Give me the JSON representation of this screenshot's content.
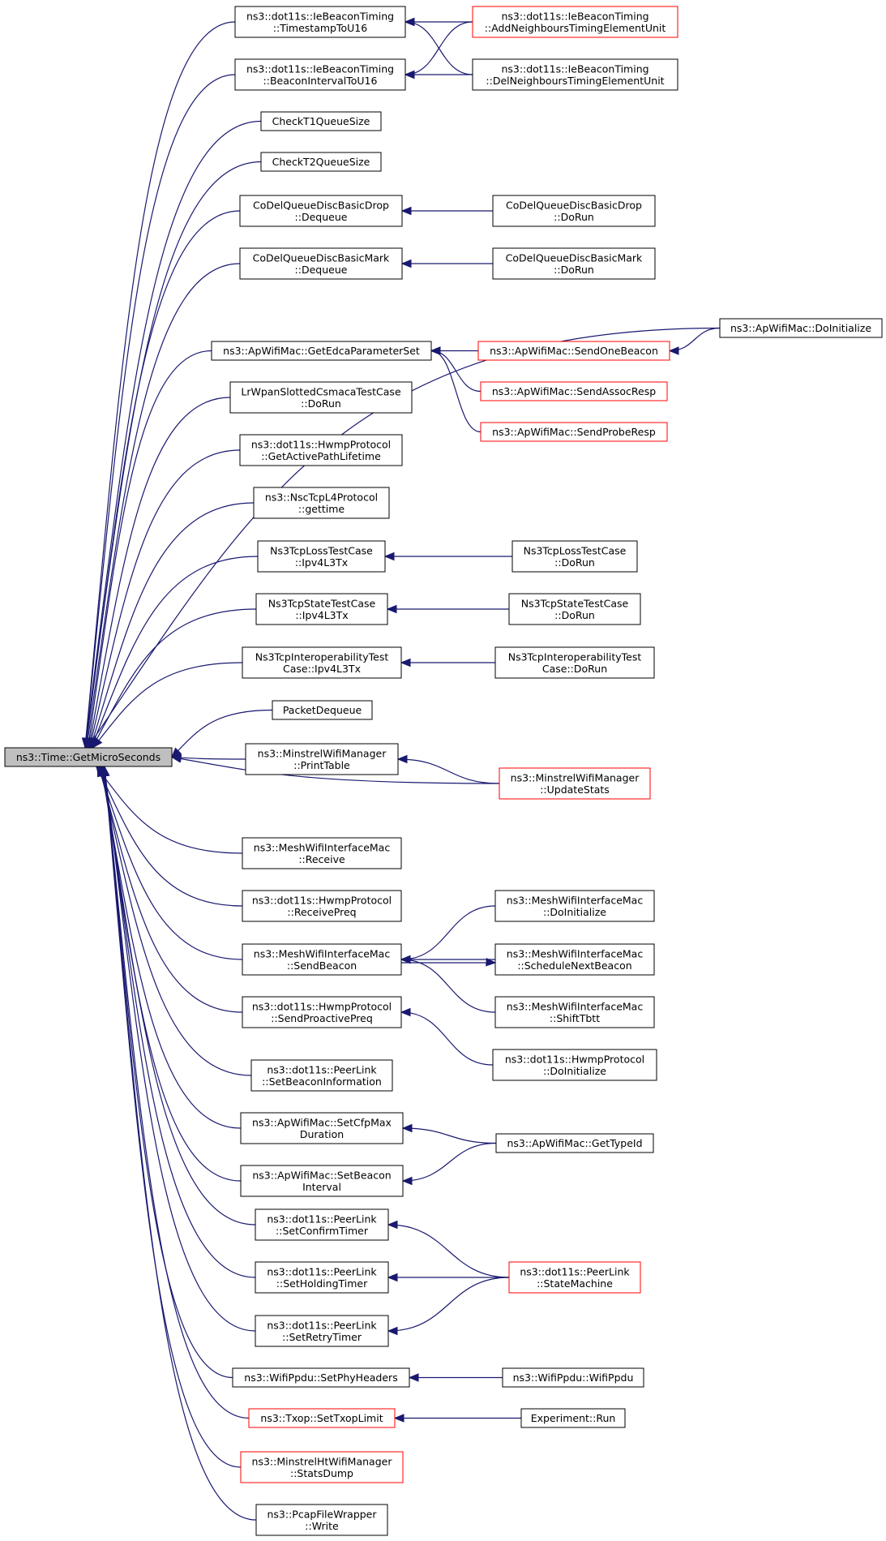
{
  "title": "ns3::Time::GetMicroSeconds",
  "colors": {
    "edge": "#191970",
    "root_fill": "#bfbfbf",
    "normal_border": "#000000",
    "truncated_border": "#ff0000"
  },
  "nodes": [
    {
      "id": "root",
      "lines": [
        "ns3::Time::GetMicroSeconds"
      ],
      "style": "root"
    },
    {
      "id": "ts16",
      "lines": [
        "ns3::dot11s::IeBeaconTiming",
        "::TimestampToU16"
      ]
    },
    {
      "id": "bi16",
      "lines": [
        "ns3::dot11s::IeBeaconTiming",
        "::BeaconIntervalToU16"
      ]
    },
    {
      "id": "addn",
      "lines": [
        "ns3::dot11s::IeBeaconTiming",
        "::AddNeighboursTimingElementUnit"
      ],
      "style": "red"
    },
    {
      "id": "deln",
      "lines": [
        "ns3::dot11s::IeBeaconTiming",
        "::DelNeighboursTimingElementUnit"
      ]
    },
    {
      "id": "t1",
      "lines": [
        "CheckT1QueueSize"
      ]
    },
    {
      "id": "t2",
      "lines": [
        "CheckT2QueueSize"
      ]
    },
    {
      "id": "cddrop",
      "lines": [
        "CoDelQueueDiscBasicDrop",
        "::Dequeue"
      ]
    },
    {
      "id": "cddroprun",
      "lines": [
        "CoDelQueueDiscBasicDrop",
        "::DoRun"
      ]
    },
    {
      "id": "cdmark",
      "lines": [
        "CoDelQueueDiscBasicMark",
        "::Dequeue"
      ]
    },
    {
      "id": "cdmarkrun",
      "lines": [
        "CoDelQueueDiscBasicMark",
        "::DoRun"
      ]
    },
    {
      "id": "apinit",
      "lines": [
        "ns3::ApWifiMac::DoInitialize"
      ]
    },
    {
      "id": "edca",
      "lines": [
        "ns3::ApWifiMac::GetEdcaParameterSet"
      ]
    },
    {
      "id": "onebeacon",
      "lines": [
        "ns3::ApWifiMac::SendOneBeacon"
      ],
      "style": "red"
    },
    {
      "id": "assocresp",
      "lines": [
        "ns3::ApWifiMac::SendAssocResp"
      ],
      "style": "red"
    },
    {
      "id": "proberesp",
      "lines": [
        "ns3::ApWifiMac::SendProbeResp"
      ],
      "style": "red"
    },
    {
      "id": "lrwpan",
      "lines": [
        "LrWpanSlottedCsmacaTestCase",
        "::DoRun"
      ]
    },
    {
      "id": "activepath",
      "lines": [
        "ns3::dot11s::HwmpProtocol",
        "::GetActivePathLifetime"
      ]
    },
    {
      "id": "nsctime",
      "lines": [
        "ns3::NscTcpL4Protocol",
        "::gettime"
      ]
    },
    {
      "id": "losstx",
      "lines": [
        "Ns3TcpLossTestCase",
        "::Ipv4L3Tx"
      ]
    },
    {
      "id": "lossrun",
      "lines": [
        "Ns3TcpLossTestCase",
        "::DoRun"
      ]
    },
    {
      "id": "statetx",
      "lines": [
        "Ns3TcpStateTestCase",
        "::Ipv4L3Tx"
      ]
    },
    {
      "id": "staterun",
      "lines": [
        "Ns3TcpStateTestCase",
        "::DoRun"
      ]
    },
    {
      "id": "interoptx",
      "lines": [
        "Ns3TcpInteroperabilityTest",
        "Case::Ipv4L3Tx"
      ]
    },
    {
      "id": "interoprun",
      "lines": [
        "Ns3TcpInteroperabilityTest",
        "Case::DoRun"
      ]
    },
    {
      "id": "pktdeq",
      "lines": [
        "PacketDequeue"
      ]
    },
    {
      "id": "printtable",
      "lines": [
        "ns3::MinstrelWifiManager",
        "::PrintTable"
      ]
    },
    {
      "id": "updstats",
      "lines": [
        "ns3::MinstrelWifiManager",
        "::UpdateStats"
      ],
      "style": "red"
    },
    {
      "id": "meshrecv",
      "lines": [
        "ns3::MeshWifiInterfaceMac",
        "::Receive"
      ]
    },
    {
      "id": "recvpreq",
      "lines": [
        "ns3::dot11s::HwmpProtocol",
        "::ReceivePreq"
      ]
    },
    {
      "id": "meshinit",
      "lines": [
        "ns3::MeshWifiInterfaceMac",
        "::DoInitialize"
      ]
    },
    {
      "id": "sendbeacon",
      "lines": [
        "ns3::MeshWifiInterfaceMac",
        "::SendBeacon"
      ]
    },
    {
      "id": "schednext",
      "lines": [
        "ns3::MeshWifiInterfaceMac",
        "::ScheduleNextBeacon"
      ]
    },
    {
      "id": "shifttbtt",
      "lines": [
        "ns3::MeshWifiInterfaceMac",
        "::ShiftTbtt"
      ]
    },
    {
      "id": "proactive",
      "lines": [
        "ns3::dot11s::HwmpProtocol",
        "::SendProactivePreq"
      ]
    },
    {
      "id": "hwmpinit",
      "lines": [
        "ns3::dot11s::HwmpProtocol",
        "::DoInitialize"
      ]
    },
    {
      "id": "setbeaconinfo",
      "lines": [
        "ns3::dot11s::PeerLink",
        "::SetBeaconInformation"
      ]
    },
    {
      "id": "cfpmax",
      "lines": [
        "ns3::ApWifiMac::SetCfpMax",
        "Duration"
      ]
    },
    {
      "id": "gettypeid",
      "lines": [
        "ns3::ApWifiMac::GetTypeId"
      ]
    },
    {
      "id": "beaconint",
      "lines": [
        "ns3::ApWifiMac::SetBeacon",
        "Interval"
      ]
    },
    {
      "id": "confirm",
      "lines": [
        "ns3::dot11s::PeerLink",
        "::SetConfirmTimer"
      ]
    },
    {
      "id": "holding",
      "lines": [
        "ns3::dot11s::PeerLink",
        "::SetHoldingTimer"
      ]
    },
    {
      "id": "retry",
      "lines": [
        "ns3::dot11s::PeerLink",
        "::SetRetryTimer"
      ]
    },
    {
      "id": "statemachine",
      "lines": [
        "ns3::dot11s::PeerLink",
        "::StateMachine"
      ],
      "style": "red"
    },
    {
      "id": "phyheaders",
      "lines": [
        "ns3::WifiPpdu::SetPhyHeaders"
      ]
    },
    {
      "id": "wifippdu",
      "lines": [
        "ns3::WifiPpdu::WifiPpdu"
      ]
    },
    {
      "id": "txop",
      "lines": [
        "ns3::Txop::SetTxopLimit"
      ],
      "style": "red"
    },
    {
      "id": "exprun",
      "lines": [
        "Experiment::Run"
      ]
    },
    {
      "id": "htstats",
      "lines": [
        "ns3::MinstrelHtWifiManager",
        "::StatsDump"
      ],
      "style": "red"
    },
    {
      "id": "pcapwrite",
      "lines": [
        "ns3::PcapFileWrapper",
        "::Write"
      ]
    }
  ],
  "edges": [
    {
      "from": "ts16",
      "to": "root"
    },
    {
      "from": "bi16",
      "to": "root"
    },
    {
      "from": "t1",
      "to": "root"
    },
    {
      "from": "t2",
      "to": "root"
    },
    {
      "from": "cddrop",
      "to": "root"
    },
    {
      "from": "cdmark",
      "to": "root"
    },
    {
      "from": "apinit",
      "to": "root"
    },
    {
      "from": "edca",
      "to": "root"
    },
    {
      "from": "lrwpan",
      "to": "root"
    },
    {
      "from": "activepath",
      "to": "root"
    },
    {
      "from": "nsctime",
      "to": "root"
    },
    {
      "from": "losstx",
      "to": "root"
    },
    {
      "from": "statetx",
      "to": "root"
    },
    {
      "from": "interoptx",
      "to": "root"
    },
    {
      "from": "pktdeq",
      "to": "root"
    },
    {
      "from": "printtable",
      "to": "root"
    },
    {
      "from": "updstats",
      "to": "root"
    },
    {
      "from": "meshrecv",
      "to": "root"
    },
    {
      "from": "recvpreq",
      "to": "root"
    },
    {
      "from": "sendbeacon",
      "to": "root"
    },
    {
      "from": "proactive",
      "to": "root"
    },
    {
      "from": "setbeaconinfo",
      "to": "root"
    },
    {
      "from": "cfpmax",
      "to": "root"
    },
    {
      "from": "beaconint",
      "to": "root"
    },
    {
      "from": "confirm",
      "to": "root"
    },
    {
      "from": "holding",
      "to": "root"
    },
    {
      "from": "retry",
      "to": "root"
    },
    {
      "from": "phyheaders",
      "to": "root"
    },
    {
      "from": "txop",
      "to": "root"
    },
    {
      "from": "htstats",
      "to": "root"
    },
    {
      "from": "pcapwrite",
      "to": "root"
    },
    {
      "from": "addn",
      "to": "ts16"
    },
    {
      "from": "deln",
      "to": "ts16"
    },
    {
      "from": "addn",
      "to": "bi16"
    },
    {
      "from": "deln",
      "to": "bi16"
    },
    {
      "from": "cddroprun",
      "to": "cddrop"
    },
    {
      "from": "cdmarkrun",
      "to": "cdmark"
    },
    {
      "from": "onebeacon",
      "to": "edca"
    },
    {
      "from": "assocresp",
      "to": "edca"
    },
    {
      "from": "proberesp",
      "to": "edca"
    },
    {
      "from": "apinit",
      "to": "onebeacon"
    },
    {
      "from": "lossrun",
      "to": "losstx"
    },
    {
      "from": "staterun",
      "to": "statetx"
    },
    {
      "from": "interoprun",
      "to": "interoptx"
    },
    {
      "from": "updstats",
      "to": "printtable"
    },
    {
      "from": "meshinit",
      "to": "sendbeacon"
    },
    {
      "from": "schednext",
      "to": "sendbeacon"
    },
    {
      "from": "sendbeacon",
      "to": "schednext"
    },
    {
      "from": "shifttbtt",
      "to": "sendbeacon"
    },
    {
      "from": "hwmpinit",
      "to": "proactive"
    },
    {
      "from": "gettypeid",
      "to": "cfpmax"
    },
    {
      "from": "gettypeid",
      "to": "beaconint"
    },
    {
      "from": "statemachine",
      "to": "confirm"
    },
    {
      "from": "statemachine",
      "to": "holding"
    },
    {
      "from": "statemachine",
      "to": "retry"
    },
    {
      "from": "wifippdu",
      "to": "phyheaders"
    },
    {
      "from": "exprun",
      "to": "txop"
    }
  ]
}
